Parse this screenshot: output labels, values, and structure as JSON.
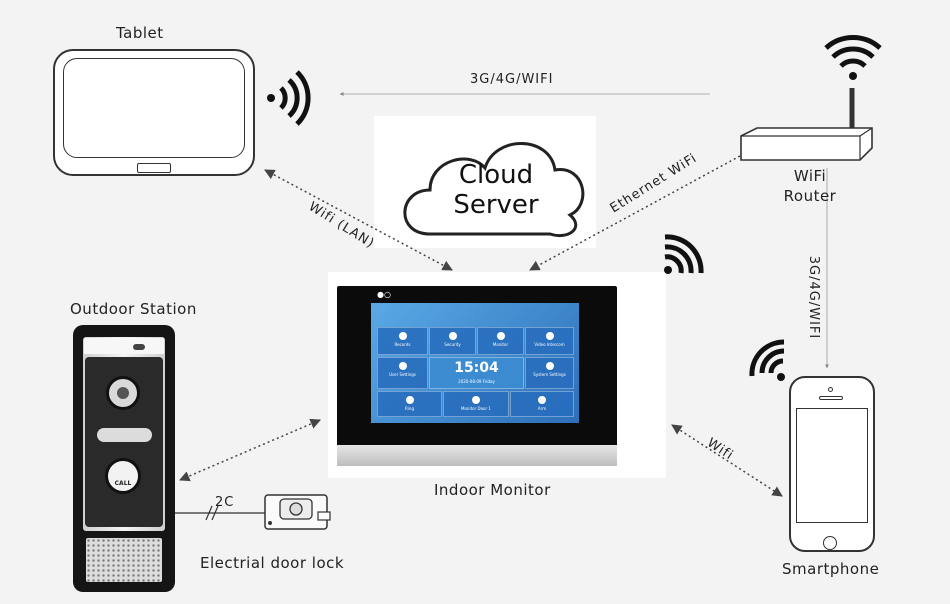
{
  "nodes": {
    "tablet": "Tablet",
    "router": "WiFi\nRouter",
    "outdoor_station": "Outdoor Station",
    "indoor_monitor": "Indoor Monitor",
    "smartphone": "Smartphone",
    "door_lock": "Electrial door lock",
    "cloud_server": "Cloud\nServer"
  },
  "edges": {
    "router_to_tablet": "3G/4G/WIFI",
    "router_to_phone": "3G/4G/WIFI",
    "tablet_monitor": "Wifi (LAN)",
    "router_monitor": "Ethernet WiFi",
    "phone_monitor": "Wifi",
    "outdoor_lock": "2C"
  },
  "screen": {
    "time": "15:04",
    "date": "2020-08-09 Friday",
    "tiles": [
      "Records",
      "Security",
      "Monitor",
      "Video Intercom",
      "User Settings",
      "System Settings",
      "Ring",
      "Monitor Door 1",
      "Arm"
    ]
  },
  "icons": [
    "wifi-icon",
    "cloud-icon",
    "call-button-icon"
  ],
  "colors": {
    "line": "#555555",
    "screen": "#3a86d0"
  }
}
